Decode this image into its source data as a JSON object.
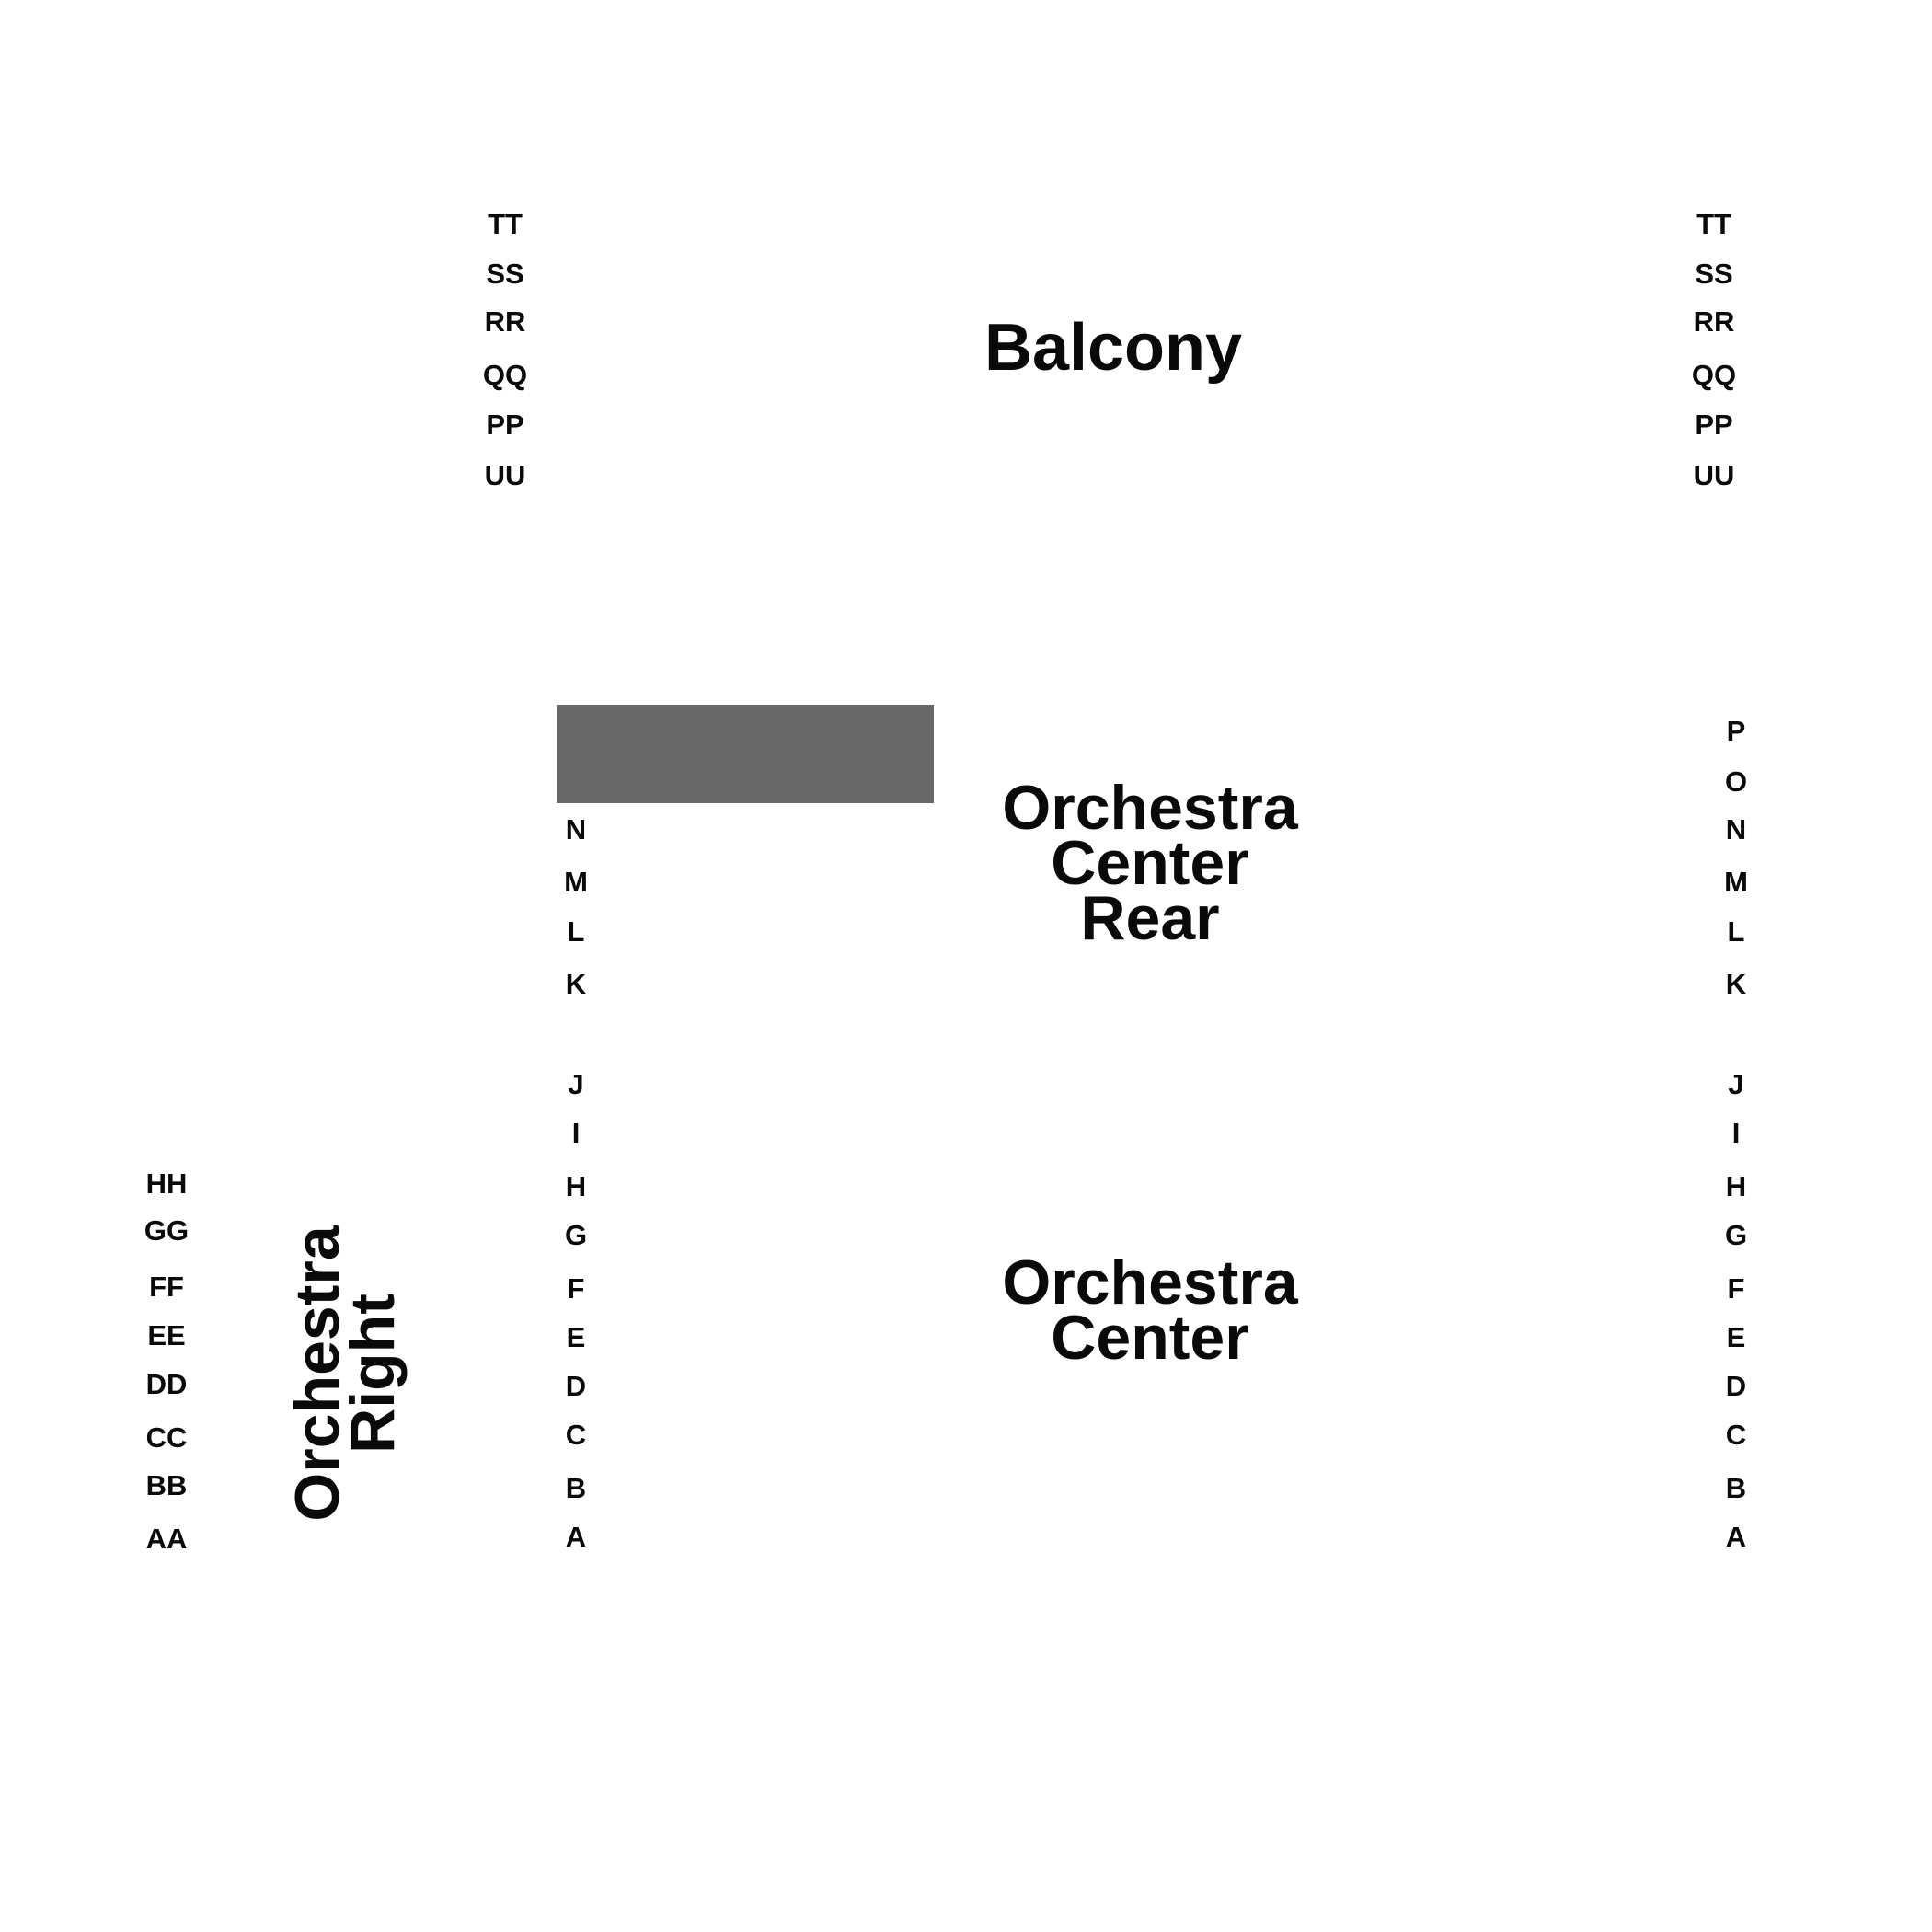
{
  "sections": {
    "balcony": {
      "label": "Balcony"
    },
    "orchestra_center_rear": {
      "lines": [
        "Orchestra",
        "Center",
        "Rear"
      ]
    },
    "orchestra_center": {
      "lines": [
        "Orchestra",
        "Center"
      ]
    },
    "orchestra_right": {
      "lines": [
        "Orchestra",
        "Right"
      ]
    }
  },
  "rows": {
    "balcony_left": [
      "TT",
      "SS",
      "RR",
      "QQ",
      "PP",
      "UU"
    ],
    "balcony_right": [
      "TT",
      "SS",
      "RR",
      "QQ",
      "PP",
      "UU"
    ],
    "orchestra_right": [
      "HH",
      "GG",
      "FF",
      "EE",
      "DD",
      "CC",
      "BB",
      "AA"
    ],
    "center_left": [
      "N",
      "M",
      "L",
      "K",
      "J",
      "I",
      "H",
      "G",
      "F",
      "E",
      "D",
      "C",
      "B",
      "A"
    ],
    "center_right": [
      "P",
      "O",
      "N",
      "M",
      "L",
      "K",
      "J",
      "I",
      "H",
      "G",
      "F",
      "E",
      "D",
      "C",
      "B",
      "A"
    ]
  },
  "colors": {
    "text": "#0a0a0a",
    "blocked_area": "#686868",
    "background": "#ffffff"
  }
}
